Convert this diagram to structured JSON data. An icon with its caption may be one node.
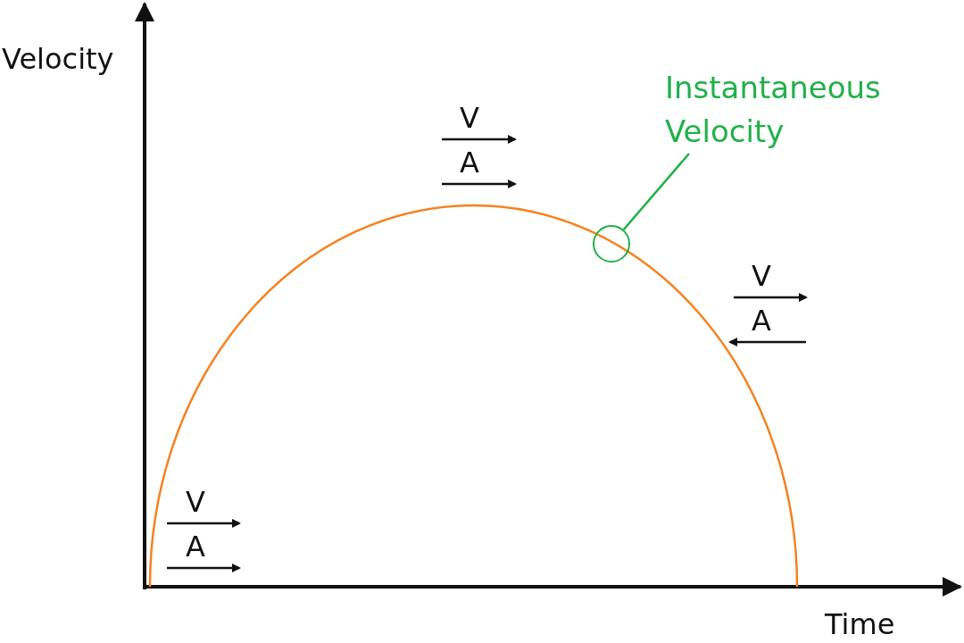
{
  "diagram": {
    "nodes": [
      {
        "text": [
          "Instantaneous Velocity"
        ]
      },
      {
        "text": [],
        "shape": "circle"
      }
    ],
    "edges": [
      {
        "from": 0,
        "to": 1,
        "arrow": "none"
      }
    ],
    "labels": [
      "Velocity",
      "V",
      "A",
      "V",
      "A",
      "V",
      "A",
      "Time"
    ]
  }
}
